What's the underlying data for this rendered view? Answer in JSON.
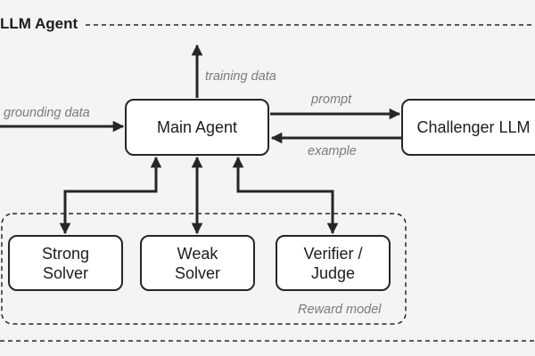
{
  "diagram": {
    "title": "LLM Agent",
    "nodes": {
      "main_agent": "Main Agent",
      "challenger": "Challenger LLM",
      "strong_solver": "Strong\nSolver",
      "weak_solver": "Weak\nSolver",
      "verifier": "Verifier /\nJudge"
    },
    "group_label": "Reward model",
    "edge_labels": {
      "training_data": "training data",
      "grounding_data": "grounding data",
      "prompt": "prompt",
      "example": "example"
    }
  },
  "colors": {
    "background": "#f4f4f4",
    "stroke": "#262626",
    "label": "#7a7a7a",
    "node_fill": "#ffffff"
  }
}
